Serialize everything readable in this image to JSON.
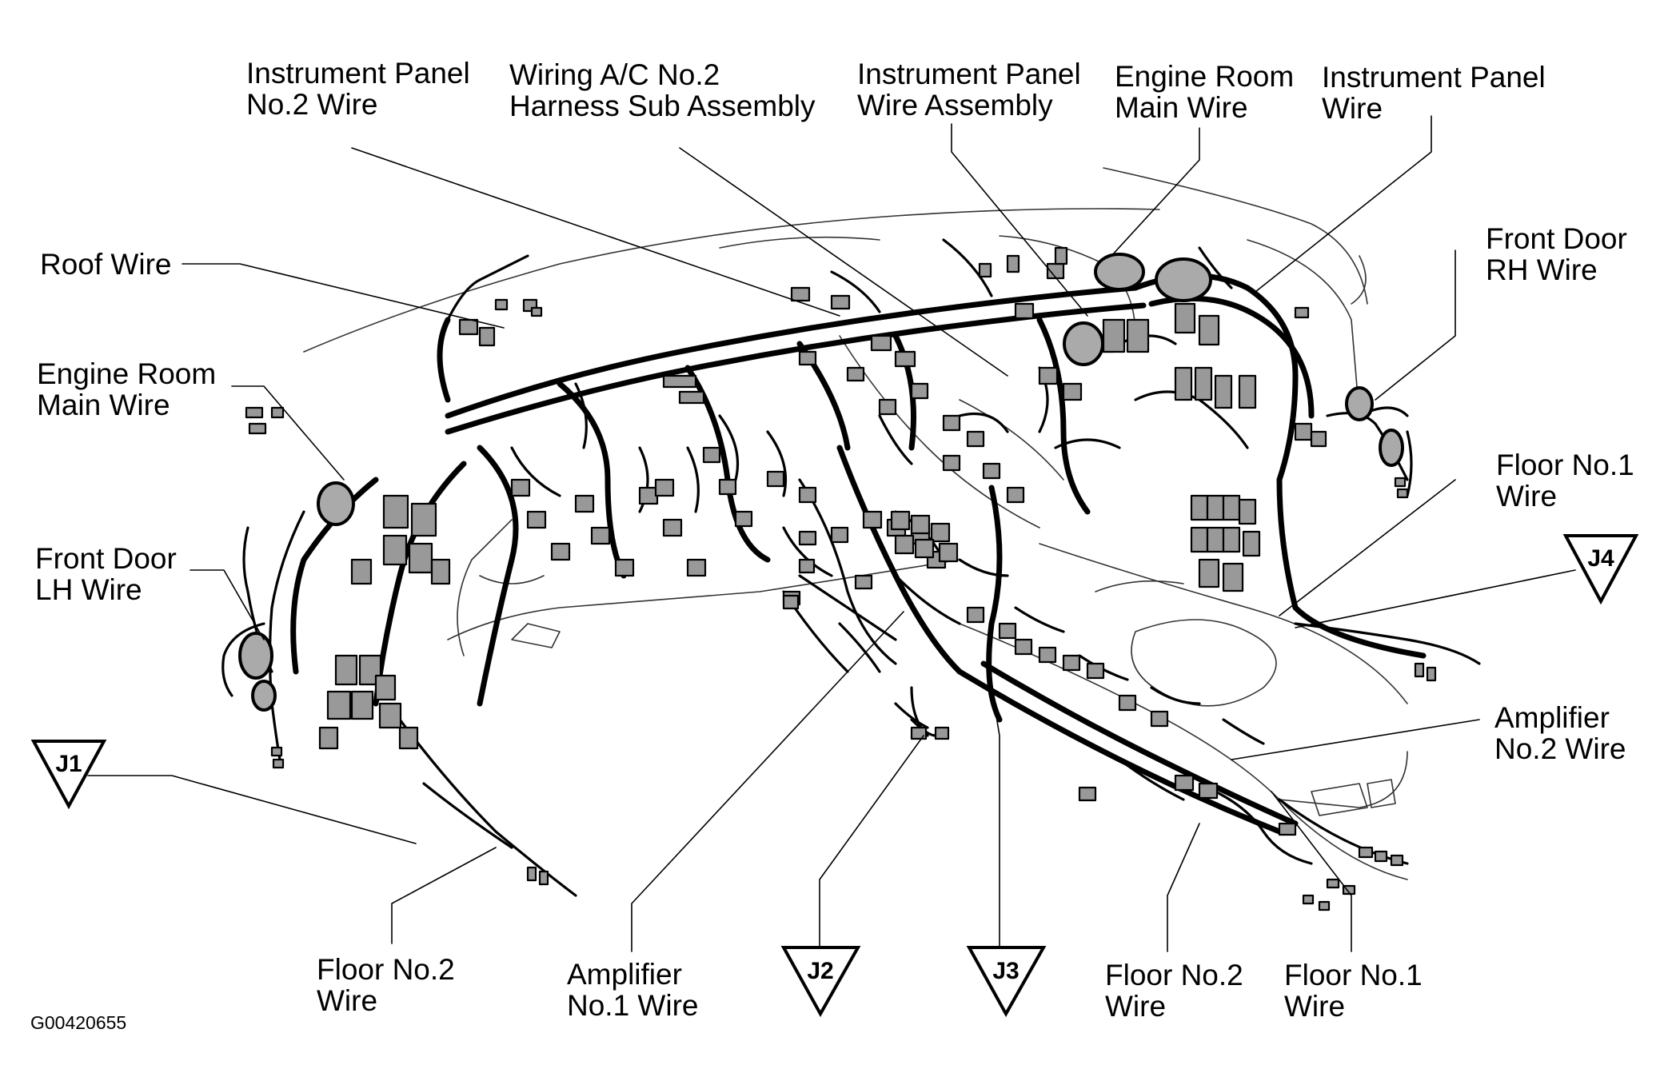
{
  "figure_code": "G00420655",
  "labels": {
    "ip_no2_wire": "Instrument Panel\nNo.2 Wire",
    "wiring_ac": "Wiring A/C No.2\nHarness Sub Assembly",
    "ip_wire_assembly": "Instrument Panel\nWire Assembly",
    "engine_room_top": "Engine Room\nMain Wire",
    "ip_wire": "Instrument Panel\nWire",
    "roof_wire": "Roof Wire",
    "front_door_rh": "Front Door\nRH Wire",
    "engine_room_left": "Engine Room\nMain Wire",
    "floor_no1_right": "Floor No.1\nWire",
    "front_door_lh": "Front Door\nLH Wire",
    "amplifier_no2": "Amplifier\nNo.2 Wire",
    "floor_no2_left": "Floor No.2\nWire",
    "amplifier_no1": "Amplifier\nNo.1 Wire",
    "floor_no2_bottom": "Floor No.2\nWire",
    "floor_no1_bottom": "Floor No.1\nWire"
  },
  "junctions": {
    "j1": "J1",
    "j2": "J2",
    "j3": "J3",
    "j4": "J4"
  }
}
